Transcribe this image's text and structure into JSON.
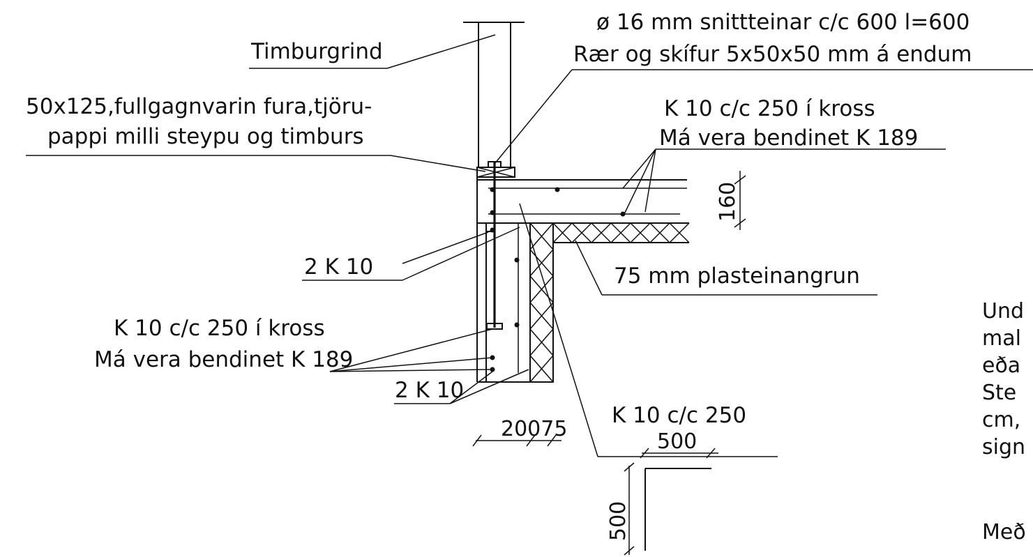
{
  "labels": {
    "timburgrind": "Timburgrind",
    "snittteinar": "ø 16 mm snittteinar c/c 600 l=600",
    "roer": "Rær og skífur 5x50x50 mm á endum",
    "fura_1": "50x125,fullgagnvarin fura,tjöru-",
    "fura_2": "pappi milli steypu og timburs",
    "k10_kross_top_1": "K 10 c/c 250 í kross",
    "k10_kross_top_2": "Má vera bendinet K 189",
    "k10_two_upper": "2 K 10",
    "plasteinangrun": "75 mm plasteinangrun",
    "k10_kross_left_1": "K 10 c/c 250 í kross",
    "k10_kross_left_2": "Má vera bendinet K 189",
    "k10_two_lower": "2 K 10",
    "k10_cc250": "K 10 c/c 250"
  },
  "dimensions": {
    "slab_thickness": "160",
    "wall_widths": "20075",
    "bend_horizontal": "500",
    "bend_vertical": "500"
  },
  "notes": {
    "line_1": "Und",
    "line_2": "mal",
    "line_3": "eða",
    "line_4": "Ste",
    "line_5": "cm,",
    "line_6": "sign",
    "line_7": "Með"
  }
}
